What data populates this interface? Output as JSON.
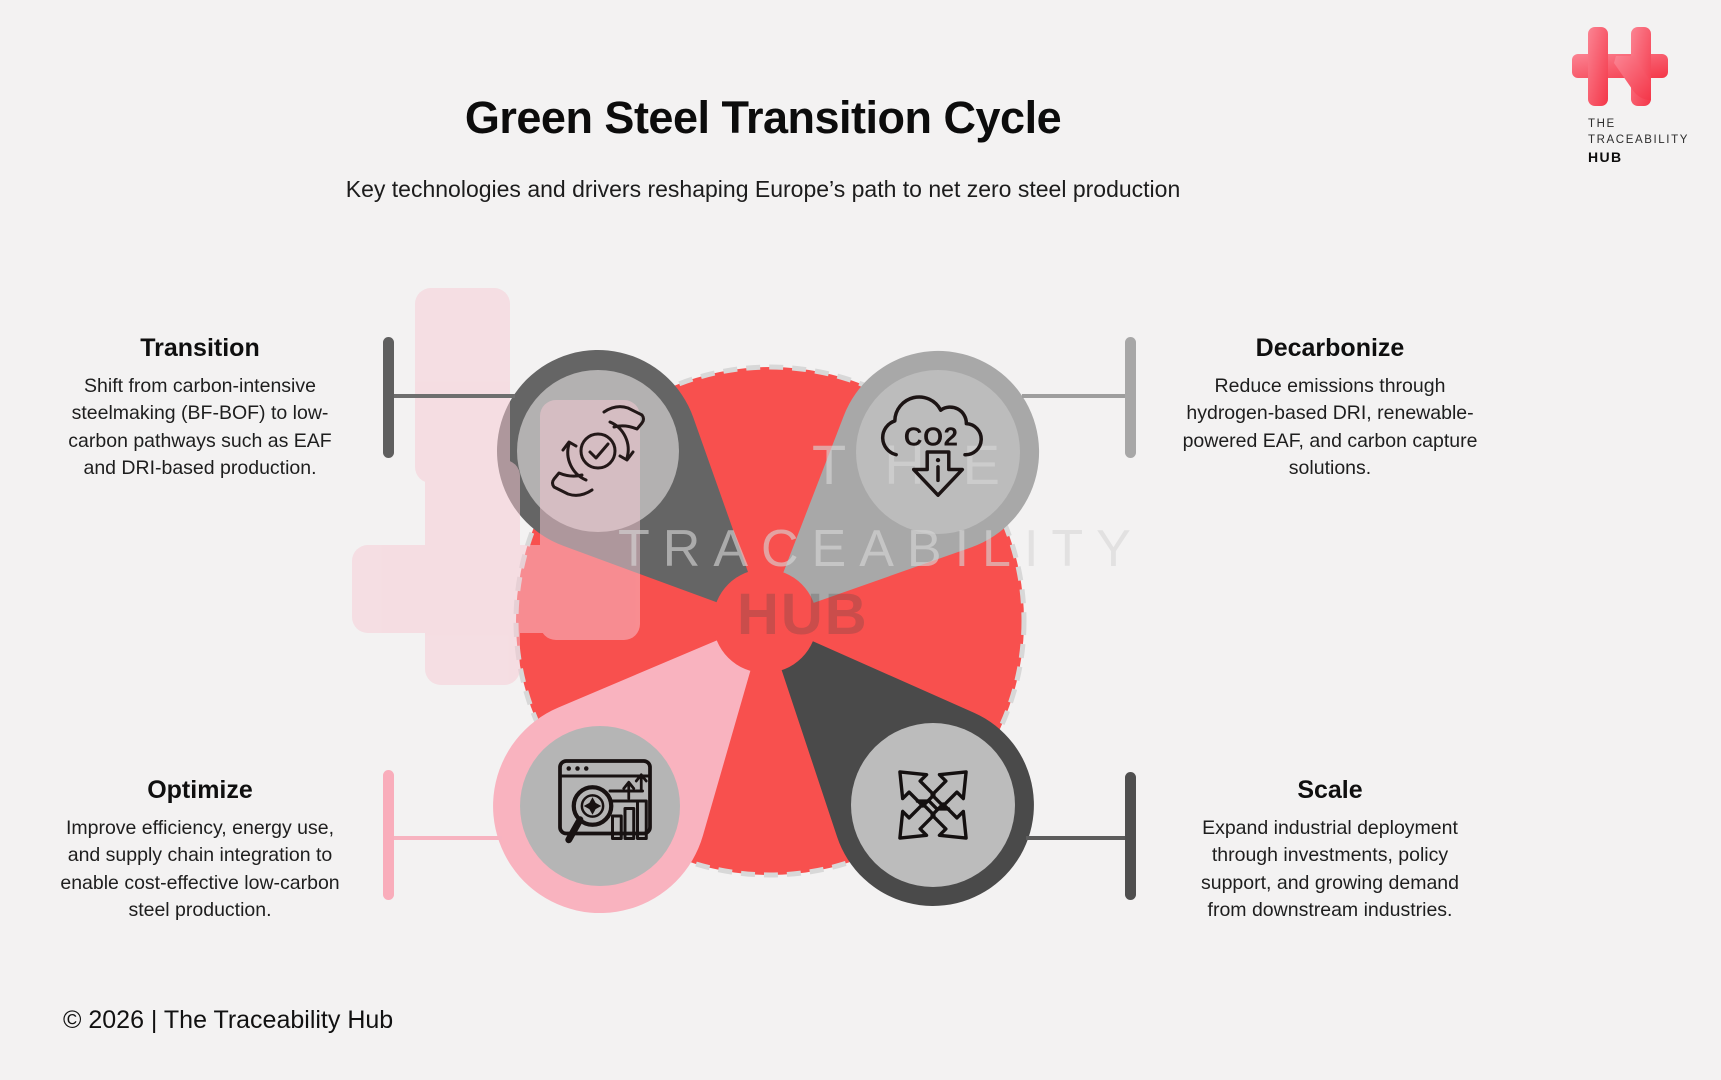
{
  "header": {
    "title": "Green Steel Transition Cycle",
    "subtitle": "Key technologies and drivers reshaping Europe’s path to net zero steel production"
  },
  "steps": [
    {
      "id": "transition",
      "title": "Transition",
      "description": "Shift from carbon-intensive steelmaking (BF-BOF) to low-carbon pathways such as EAF and DRI-based production.",
      "icon": "hands-cycle-check-icon",
      "accent": "#656565"
    },
    {
      "id": "decarbonize",
      "title": "Decarbonize",
      "description": "Reduce emissions through hydrogen-based DRI, renewable-powered EAF, and carbon capture solutions.",
      "icon": "co2-reduction-icon",
      "accent": "#a8a8a8"
    },
    {
      "id": "optimize",
      "title": "Optimize",
      "description": "Improve efficiency, energy use, and supply chain integration to enable cost-effective low-carbon steel production.",
      "icon": "analytics-magnifier-icon",
      "accent": "#f9b3bf"
    },
    {
      "id": "scale",
      "title": "Scale",
      "description": "Expand industrial deployment through investments, policy support, and growing demand from downstream industries.",
      "icon": "expand-arrows-icon",
      "accent": "#4a4a4a"
    }
  ],
  "diagram": {
    "co2_label": "CO2",
    "wheel_color": "#f8504e",
    "dash_color": "#d8d8d8"
  },
  "watermark": {
    "line1": "THE",
    "line2": "TRACEABILITY",
    "line3": "HUB"
  },
  "brand": {
    "line1": "THE",
    "line2": "TRACEABILITY",
    "line3": "HUB"
  },
  "footer": {
    "copyright": "© 2026 | The Traceability Hub"
  }
}
